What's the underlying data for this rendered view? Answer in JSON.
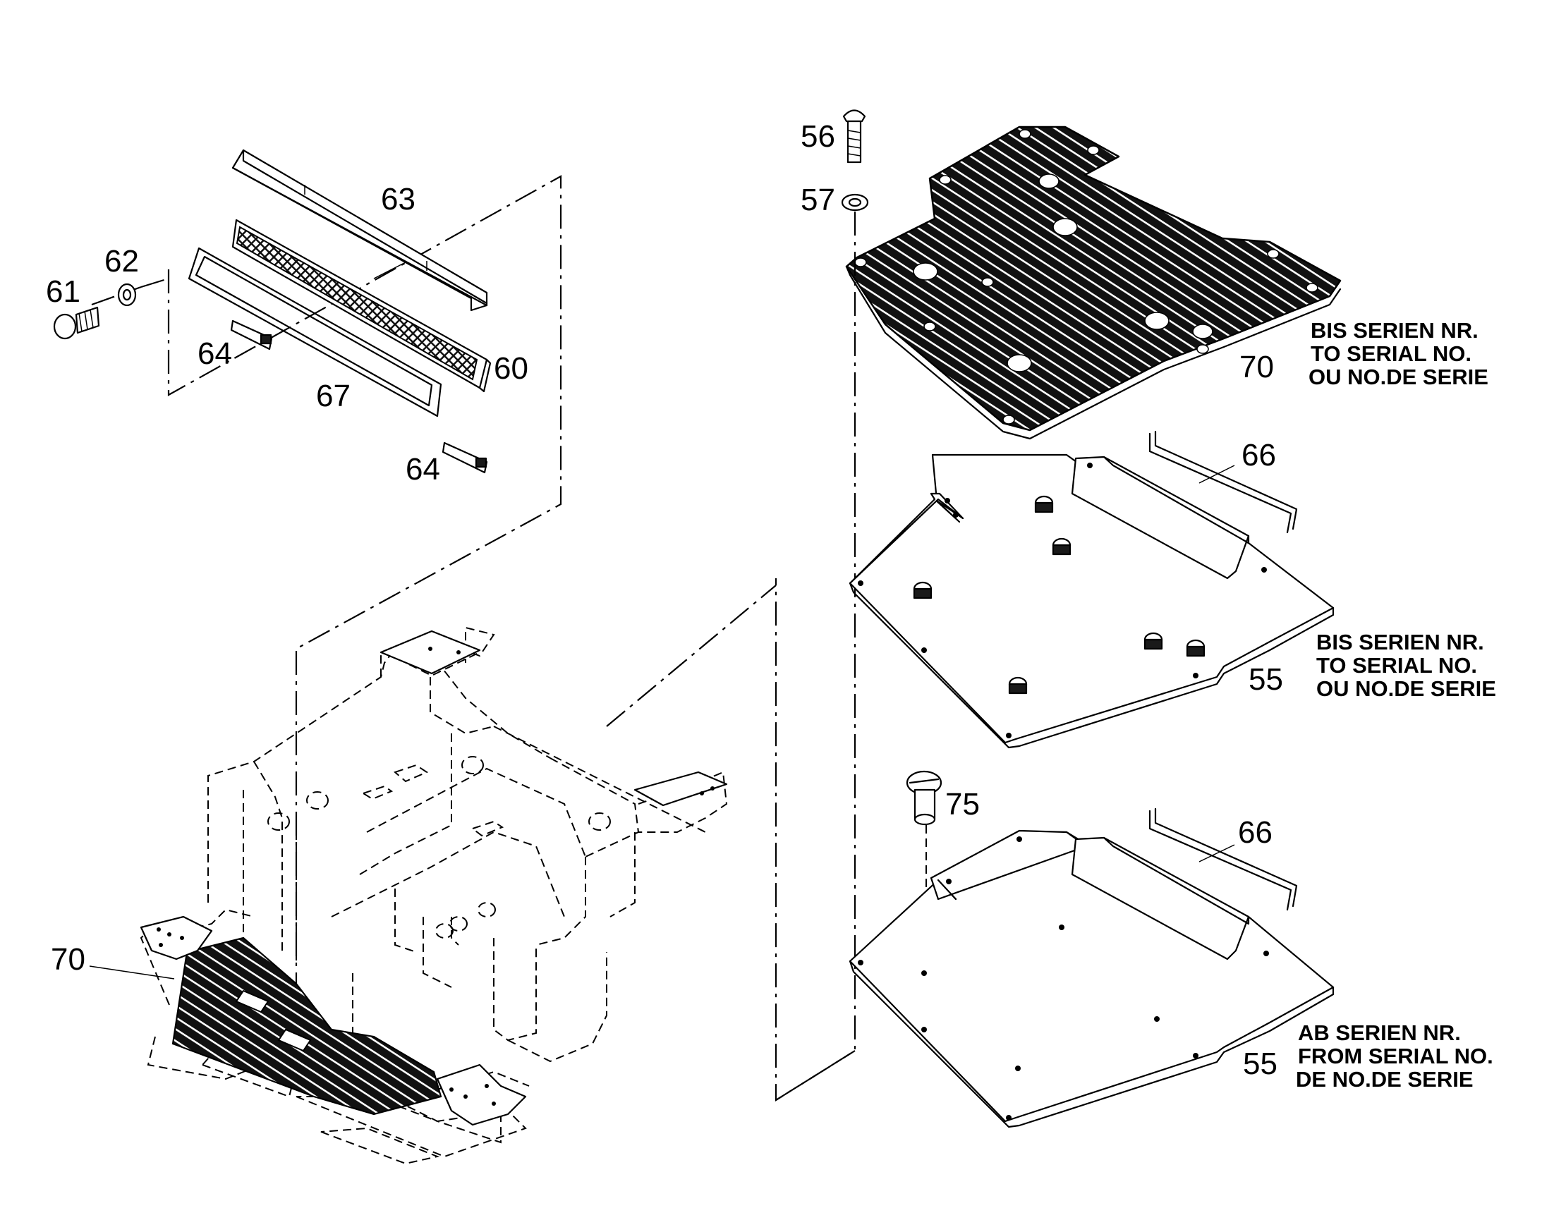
{
  "callouts": {
    "c56": "56",
    "c57": "57",
    "c61": "61",
    "c62": "62",
    "c63": "63",
    "c64a": "64",
    "c64b": "64",
    "c67": "67",
    "c60": "60",
    "c70_right": "70",
    "c66_upper": "66",
    "c55_upper": "55",
    "c75": "75",
    "c66_lower": "66",
    "c55_lower": "55",
    "c70_left": "70"
  },
  "notes": {
    "plate70": [
      "BIS SERIEN NR.",
      "TO SERIAL NO.",
      "OU NO.DE SERIE"
    ],
    "plate55_upper": [
      "BIS SERIEN NR.",
      "TO SERIAL NO.",
      "OU NO.DE SERIE"
    ],
    "plate55_lower": [
      "AB SERIEN NR.",
      "FROM SERIAL NO.",
      "DE NO.DE SERIE"
    ]
  }
}
